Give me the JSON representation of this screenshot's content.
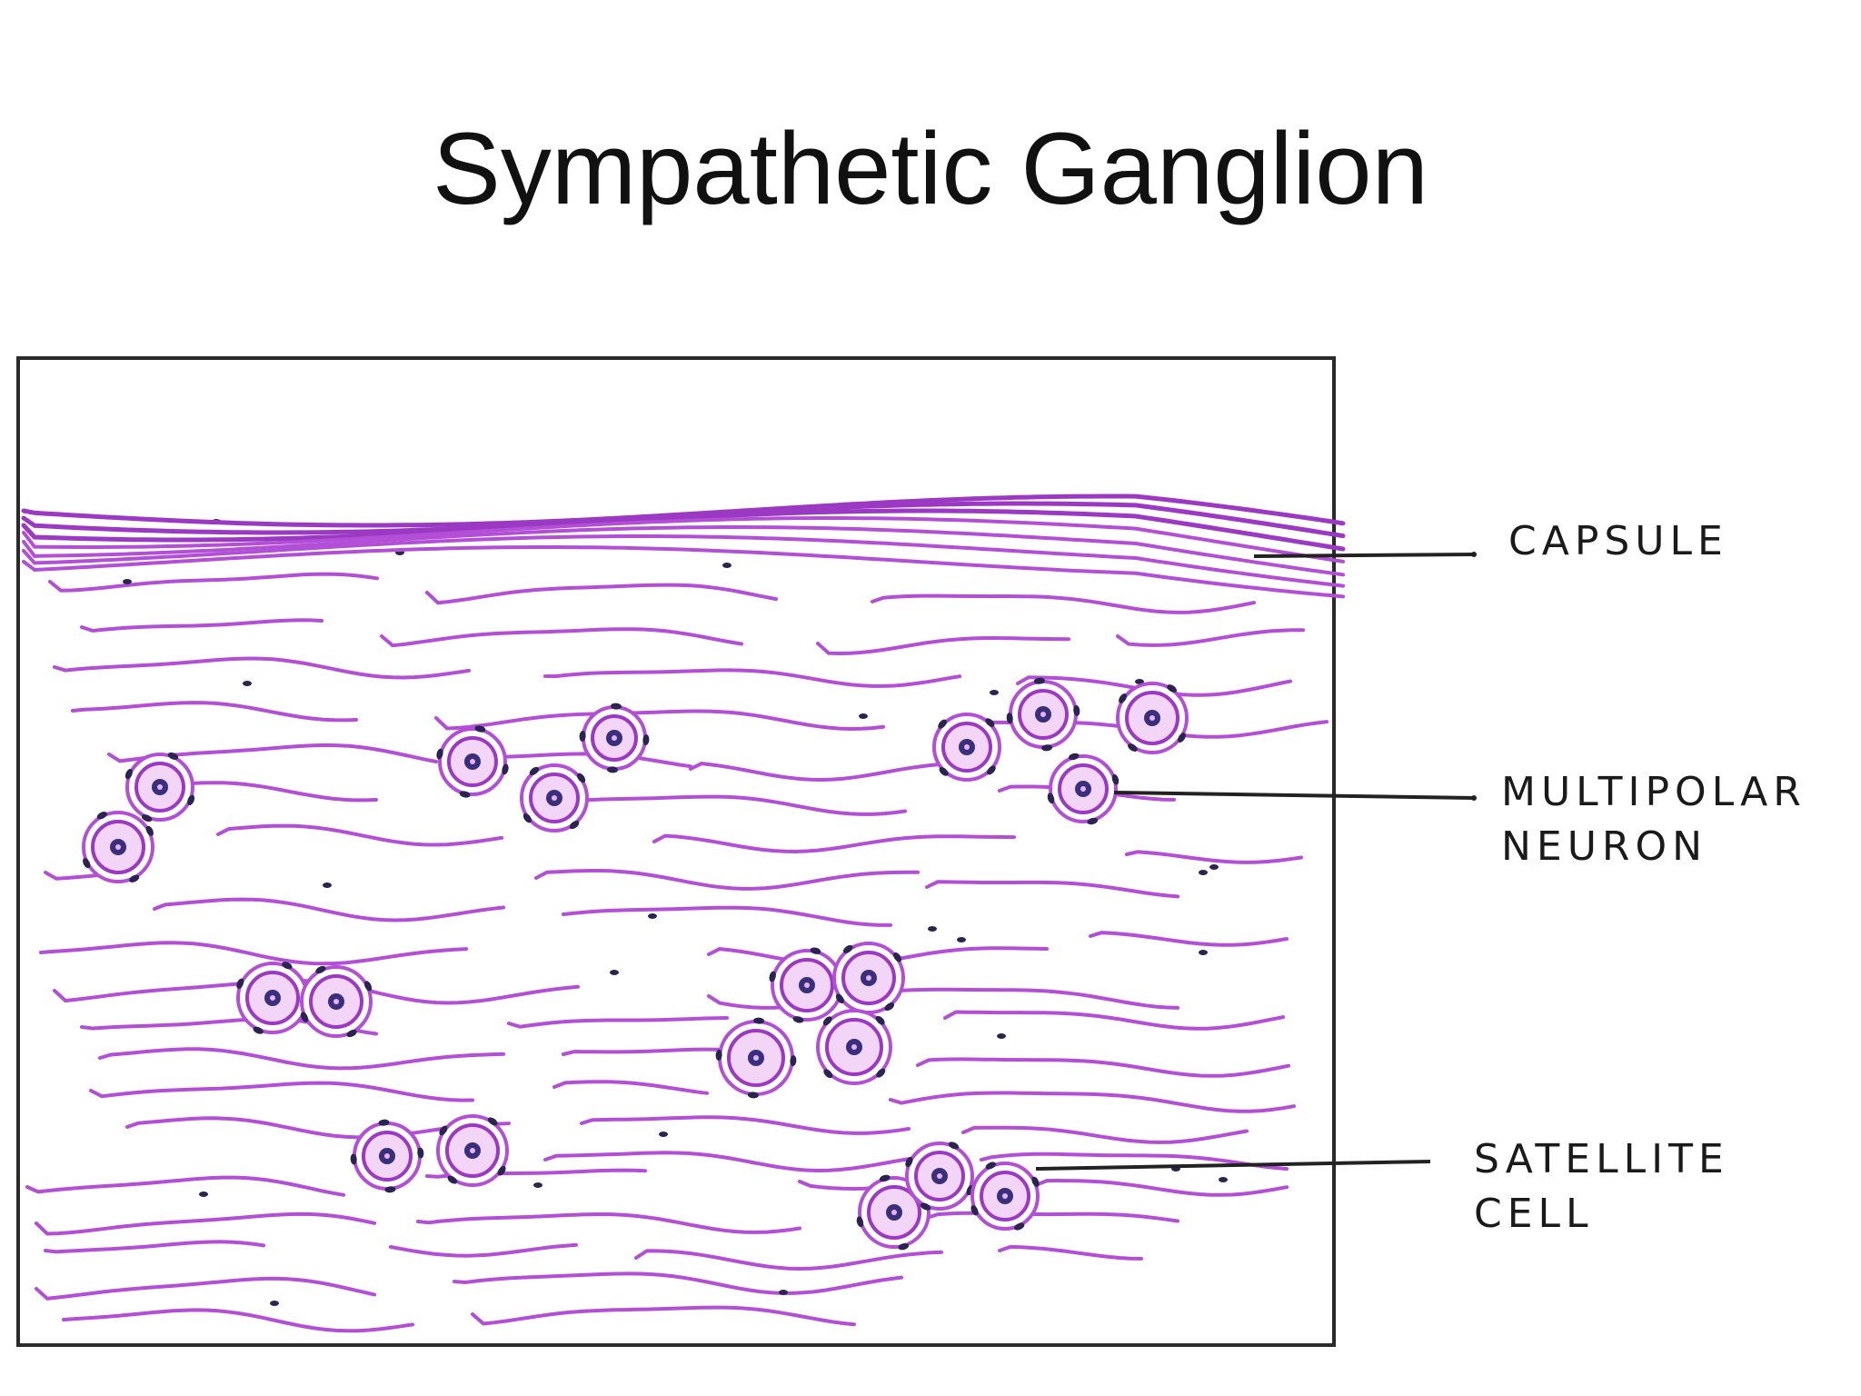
{
  "title": "Sympathetic Ganglion",
  "labels": {
    "capsule": [
      "CAPSULE"
    ],
    "multipolar_neuron": [
      "MULTIPOLAR",
      "NEURON"
    ],
    "satellite_cell": [
      "SATELLITE",
      "CELL"
    ]
  },
  "colors": {
    "fiber": "#b24fd6",
    "fiber_dark": "#9b39c4",
    "neuron_fill": "#e9b3f3",
    "nucleus": "#3a2f7c",
    "satellite_nucleus": "#2b2450",
    "leader_line": "#222222",
    "frame": "#2a2a2a"
  }
}
